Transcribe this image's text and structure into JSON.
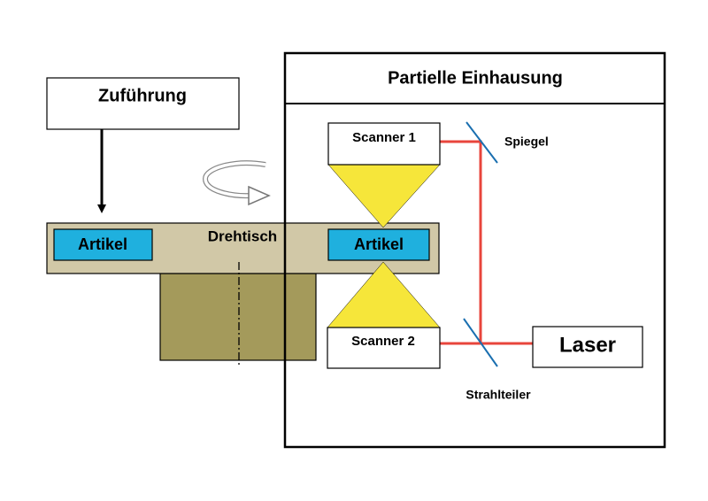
{
  "labels": {
    "feed": "Zuführung",
    "enclosure_title": "Partielle Einhausung",
    "turntable": "Drehtisch",
    "article_left": "Artikel",
    "article_right": "Artikel",
    "scanner1": "Scanner 1",
    "scanner2": "Scanner 2",
    "mirror": "Spiegel",
    "beam_splitter": "Strahlteiler",
    "laser": "Laser"
  },
  "colors": {
    "turntable": "#d1c8a7",
    "base": "#a49a5b",
    "article": "#1fb0de",
    "cone": "#f6e63a",
    "beam": "#e8453c",
    "mirror": "#1a6fb0",
    "outline": "#000000"
  },
  "icons": {
    "rotation": "curved-rotation-arrow-icon",
    "feed_arrow": "down-arrow-icon"
  }
}
